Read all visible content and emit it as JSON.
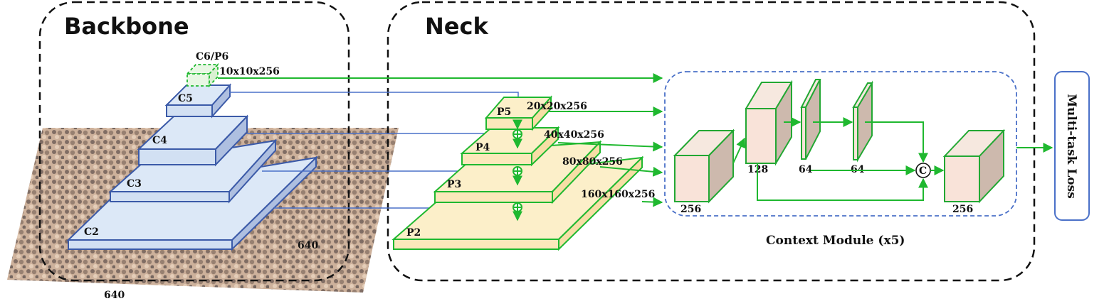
{
  "sections": {
    "backbone": "Backbone",
    "neck": "Neck"
  },
  "backbone_layers": {
    "c6p6": "C6/P6",
    "c5": "C5",
    "c4": "C4",
    "c3": "C3",
    "c2": "C2"
  },
  "neck_layers": {
    "p5": "P5",
    "p4": "P4",
    "p3": "P3",
    "p2": "P2"
  },
  "feature_sizes": {
    "p6": "10x10x256",
    "p5": "20x20x256",
    "p4": "40x40x256",
    "p3": "80x80x256",
    "p2": "160x160x256"
  },
  "input_size": {
    "width": "640",
    "height": "640"
  },
  "context_module": {
    "title": "Context Module (x5)",
    "in_channels": "256",
    "branch_channels": "128",
    "sub_channels_a": "64",
    "sub_channels_b": "64",
    "out_channels": "256",
    "concat_symbol": "C"
  },
  "output": {
    "label": "Multi-task Loss"
  },
  "colors": {
    "green_arrow": "#1fb82f",
    "blue_arrow": "#4a70c8",
    "backbone_fill": "#d2e0f3",
    "neck_fill": "#fbe8bb",
    "context_border": "#4a70c8"
  }
}
